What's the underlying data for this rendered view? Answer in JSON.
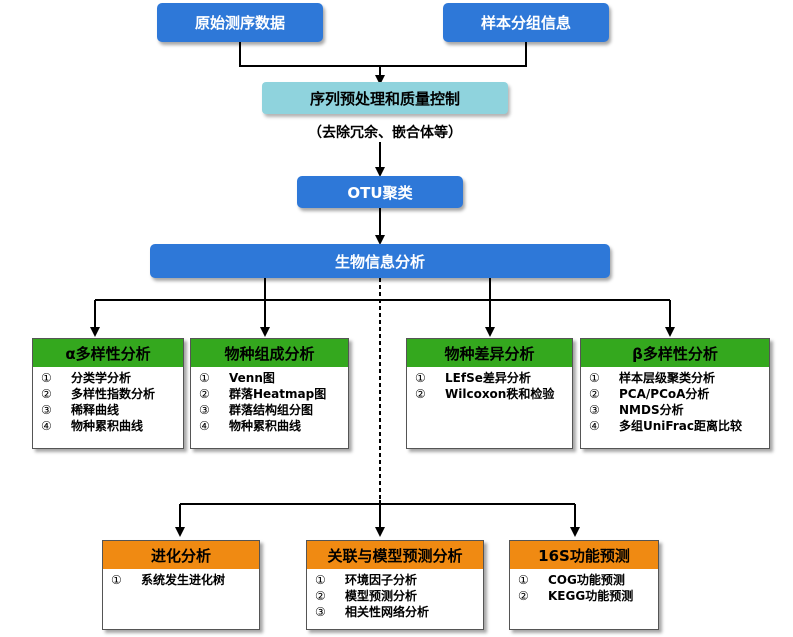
{
  "top": {
    "raw_data": "原始测序数据",
    "sample_info": "样本分组信息"
  },
  "preprocess": {
    "label": "序列预处理和质量控制",
    "note": "（去除冗余、嵌合体等）"
  },
  "otu": "OTU聚类",
  "bioinfo": "生物信息分析",
  "cards_row1": [
    {
      "title": "α多样性分析",
      "items": [
        [
          "①",
          "分类学分析"
        ],
        [
          "②",
          "多样性指数分析"
        ],
        [
          "③",
          "稀释曲线"
        ],
        [
          "④",
          "物种累积曲线"
        ]
      ]
    },
    {
      "title": "物种组成分析",
      "items": [
        [
          "①",
          "Venn图"
        ],
        [
          "②",
          "群落Heatmap图"
        ],
        [
          "③",
          "群落结构组分图"
        ],
        [
          "④",
          "物种累积曲线"
        ]
      ]
    },
    {
      "title": "物种差异分析",
      "items": [
        [
          "①",
          "LEfSe差异分析"
        ],
        [
          "②",
          "Wilcoxon秩和检验"
        ]
      ]
    },
    {
      "title": "β多样性分析",
      "items": [
        [
          "①",
          "样本层级聚类分析"
        ],
        [
          "②",
          "PCA/PCoA分析"
        ],
        [
          "③",
          "NMDS分析"
        ],
        [
          "④",
          "多组UniFrac距离比较"
        ]
      ]
    }
  ],
  "cards_row2": [
    {
      "title": "进化分析",
      "items": [
        [
          "①",
          "系统发生进化树"
        ]
      ]
    },
    {
      "title": "关联与模型预测分析",
      "items": [
        [
          "①",
          "环境因子分析"
        ],
        [
          "②",
          "模型预测分析"
        ],
        [
          "③",
          "相关性网络分析"
        ]
      ]
    },
    {
      "title": "16S功能预测",
      "items": [
        [
          "①",
          "COG功能预测"
        ],
        [
          "②",
          "KEGG功能预测"
        ]
      ]
    }
  ],
  "colors": {
    "blue": "#2e78d8",
    "teal": "#8fd3dd",
    "green": "#34a81e",
    "orange": "#f08a12"
  }
}
